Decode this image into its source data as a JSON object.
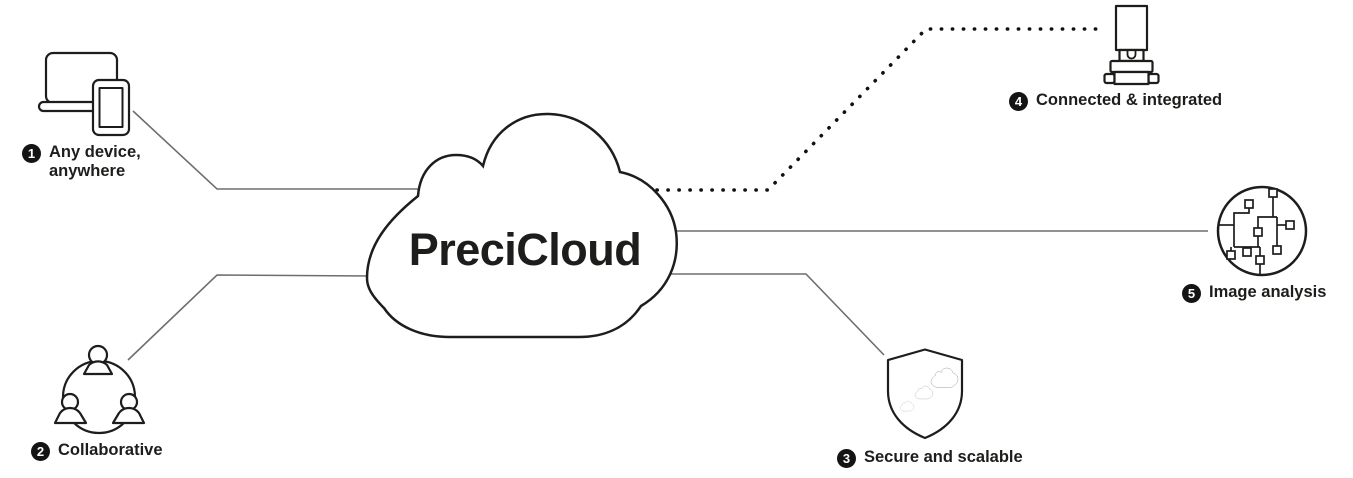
{
  "title": "PreciCloud",
  "features": [
    {
      "badge": "1",
      "label": "Any device,\nanywhere",
      "icon": "devices-icon"
    },
    {
      "badge": "2",
      "label": "Collaborative",
      "icon": "people-icon"
    },
    {
      "badge": "3",
      "label": "Secure and scalable",
      "icon": "shield-clouds-icon"
    },
    {
      "badge": "4",
      "label": "Connected & integrated",
      "icon": "instrument-icon"
    },
    {
      "badge": "5",
      "label": "Image analysis",
      "icon": "image-analysis-icon"
    }
  ],
  "connections": [
    {
      "from": "any-device",
      "to": "cloud",
      "style": "solid"
    },
    {
      "from": "collaborative",
      "to": "cloud",
      "style": "solid"
    },
    {
      "from": "cloud",
      "to": "secure-scalable",
      "style": "solid"
    },
    {
      "from": "cloud",
      "to": "connected-integrated",
      "style": "dotted"
    },
    {
      "from": "cloud",
      "to": "image-analysis",
      "style": "solid"
    }
  ],
  "colors": {
    "background": "#ffffff",
    "outline": "#1d1d1b",
    "text": "#1d1d1b",
    "connector_line": "#6e6e6e",
    "dotted_line": "#111111",
    "badge_bg": "#141414",
    "badge_fg": "#ffffff"
  }
}
